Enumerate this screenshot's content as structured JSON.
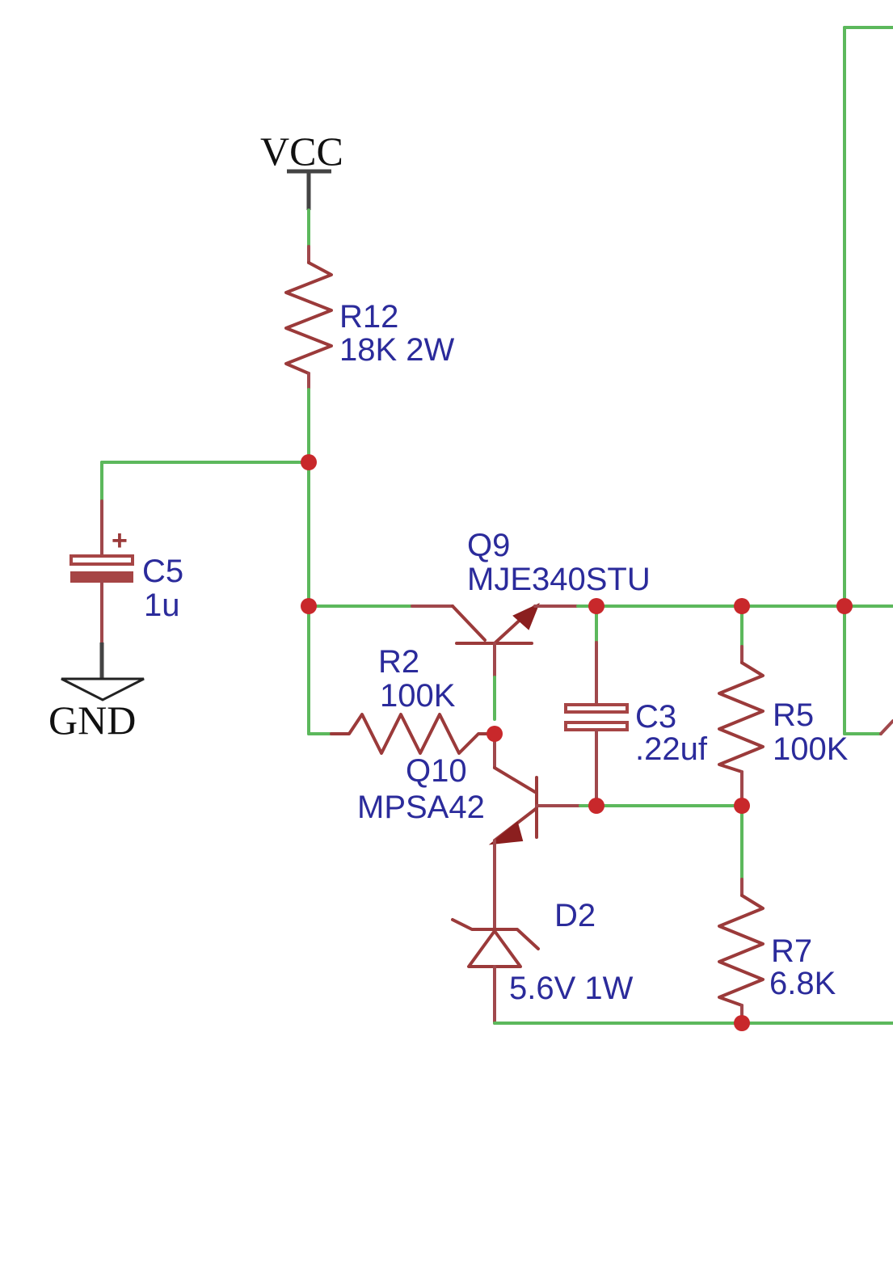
{
  "power": {
    "vcc": "VCC",
    "gnd": "GND"
  },
  "components": {
    "r12": {
      "ref": "R12",
      "value": "18K 2W"
    },
    "c5": {
      "ref": "C5",
      "value": "1u",
      "polarity": "+"
    },
    "q9": {
      "ref": "Q9",
      "value": "MJE340STU"
    },
    "r2": {
      "ref": "R2",
      "value": "100K"
    },
    "q10": {
      "ref": "Q10",
      "value": "MPSA42"
    },
    "c3": {
      "ref": "C3",
      "value": ".22uf"
    },
    "r5": {
      "ref": "R5",
      "value": "100K"
    },
    "d2": {
      "ref": "D2",
      "value": "5.6V 1W"
    },
    "r7": {
      "ref": "R7",
      "value": "6.8K"
    }
  },
  "colors": {
    "wire": "#5cb85c",
    "component": "#9b3a3a",
    "junction": "#c8282b",
    "label": "#2b2b9b"
  }
}
